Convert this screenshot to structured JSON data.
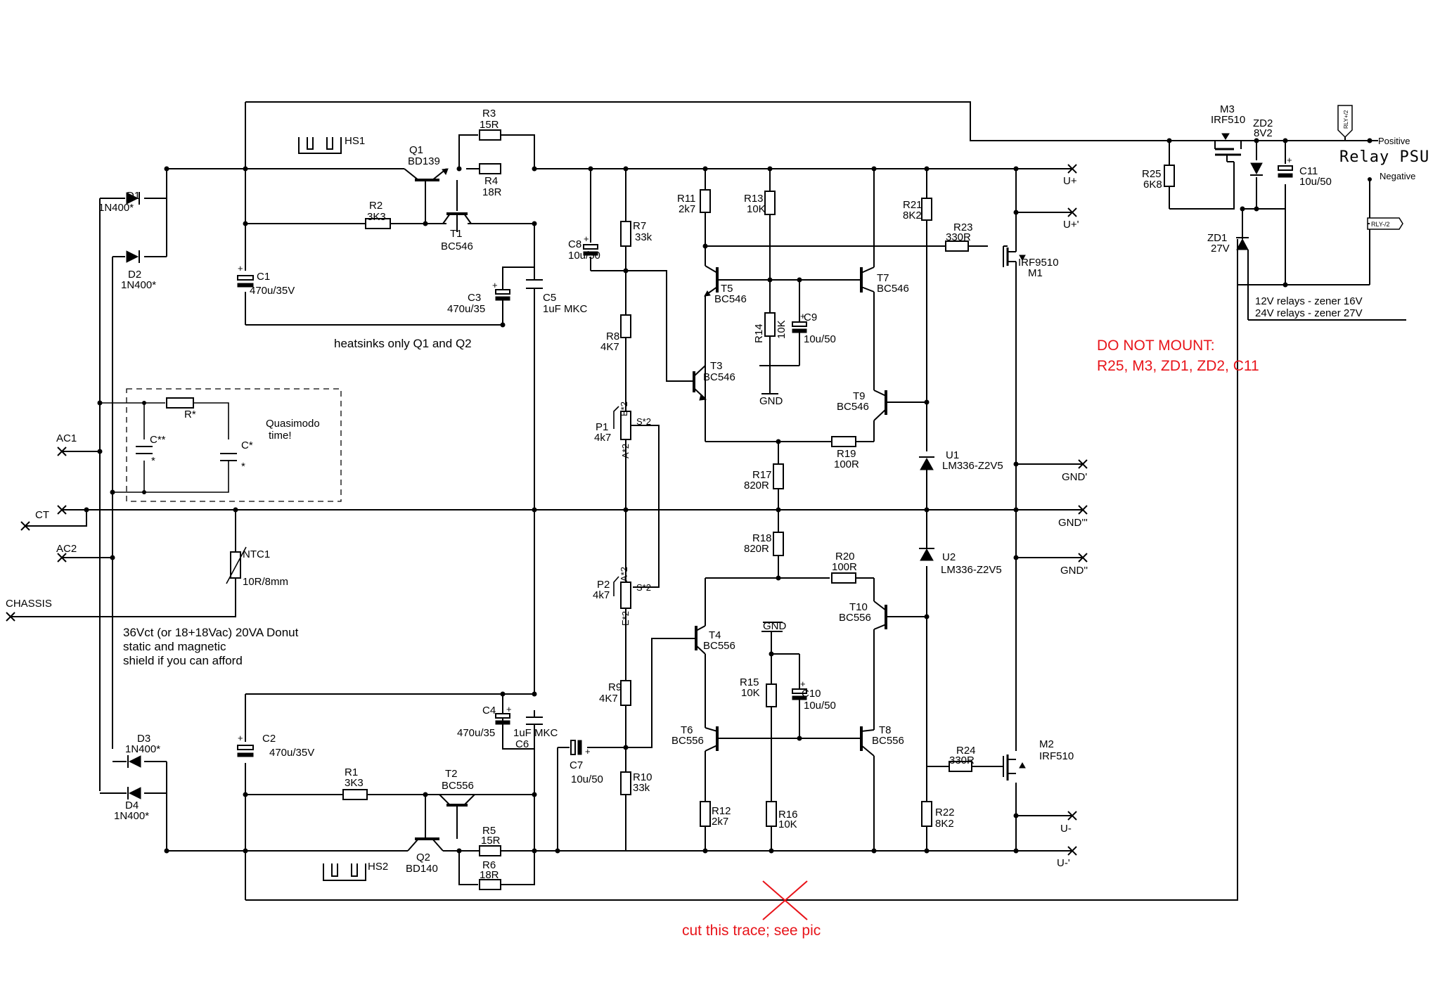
{
  "title": "Relay PSU",
  "notes": {
    "heatsinks": "heatsinks only Q1 and Q2",
    "quasimodo_1": "Quasimodo",
    "quasimodo_2": "time!",
    "transformer_1": "36Vct (or 18+18Vac) 20VA Donut",
    "transformer_2": "static and magnetic",
    "transformer_3": "shield if you can afford",
    "relays_1": "12V relays - zener 16V",
    "relays_2": "24V relays - zener 27V",
    "do_not_mount_1": "DO NOT MOUNT:",
    "do_not_mount_2": "R25, M3, ZD1, ZD2, C11",
    "cut_trace": "cut this trace; see pic"
  },
  "terminals": {
    "ac1": "AC1",
    "ac2": "AC2",
    "ct": "CT",
    "chassis": "CHASSIS",
    "u_plus": "U+",
    "u_plus_p": "U+'",
    "gnd_p": "GND'",
    "gnd_ppp": "GND'''",
    "gnd_pp": "GND''",
    "u_minus": "U-",
    "u_minus_p": "U-'",
    "gnd": "GND",
    "positive": "Positive",
    "negative": "Negative",
    "rly_p": "RLY+/2",
    "rly_m": "RLY-/2"
  },
  "components": {
    "D1": {
      "ref": "D1",
      "val": "1N400*"
    },
    "D2": {
      "ref": "D2",
      "val": "1N400*"
    },
    "D3": {
      "ref": "D3",
      "val": "1N400*"
    },
    "D4": {
      "ref": "D4",
      "val": "1N400*"
    },
    "C1": {
      "ref": "C1",
      "val": "470u/35V"
    },
    "C2": {
      "ref": "C2",
      "val": "470u/35V"
    },
    "C3": {
      "ref": "C3",
      "val": "470u/35"
    },
    "C4": {
      "ref": "C4",
      "val": "470u/35"
    },
    "C5": {
      "ref": "C5",
      "val": "1uF MKC"
    },
    "C6": {
      "ref": "C6",
      "val": "1uF MKC"
    },
    "C7": {
      "ref": "C7",
      "val": "10u/50"
    },
    "C8": {
      "ref": "C8",
      "val": "10u/50"
    },
    "C9": {
      "ref": "C9",
      "val": "10u/50"
    },
    "C10": {
      "ref": "C10",
      "val": "10u/50"
    },
    "C11": {
      "ref": "C11",
      "val": "10u/50"
    },
    "Cq1": {
      "ref": "C**",
      "val": "*"
    },
    "Cq2": {
      "ref": "C*",
      "val": "*"
    },
    "Rq": {
      "ref": "R*"
    },
    "Q1": {
      "ref": "Q1",
      "val": "BD139"
    },
    "Q2": {
      "ref": "Q2",
      "val": "BD140"
    },
    "T1": {
      "ref": "T1",
      "val": "BC546"
    },
    "T2": {
      "ref": "T2",
      "val": "BC556"
    },
    "T3": {
      "ref": "T3",
      "val": "BC546"
    },
    "T4": {
      "ref": "T4",
      "val": "BC556"
    },
    "T5": {
      "ref": "T5",
      "val": "BC546"
    },
    "T6": {
      "ref": "T6",
      "val": "BC556"
    },
    "T7": {
      "ref": "T7",
      "val": "BC546"
    },
    "T8": {
      "ref": "T8",
      "val": "BC556"
    },
    "T9": {
      "ref": "T9",
      "val": "BC546"
    },
    "T10": {
      "ref": "T10",
      "val": "BC556"
    },
    "R1": {
      "ref": "R1",
      "val": "3K3"
    },
    "R2": {
      "ref": "R2",
      "val": "3K3"
    },
    "R3": {
      "ref": "R3",
      "val": "15R"
    },
    "R4": {
      "ref": "R4",
      "val": "18R"
    },
    "R5": {
      "ref": "R5",
      "val": "15R"
    },
    "R6": {
      "ref": "R6",
      "val": "18R"
    },
    "R7": {
      "ref": "R7",
      "val": "33k"
    },
    "R8": {
      "ref": "R8",
      "val": "4K7"
    },
    "R9": {
      "ref": "R9",
      "val": "4K7"
    },
    "R10": {
      "ref": "R10",
      "val": "33k"
    },
    "R11": {
      "ref": "R11",
      "val": "2k7"
    },
    "R12": {
      "ref": "R12",
      "val": "2k7"
    },
    "R13": {
      "ref": "R13",
      "val": "10K"
    },
    "R14": {
      "ref": "R14",
      "val": "10K"
    },
    "R15": {
      "ref": "R15",
      "val": "10K"
    },
    "R16": {
      "ref": "R16",
      "val": "10K"
    },
    "R17": {
      "ref": "R17",
      "val": "820R"
    },
    "R18": {
      "ref": "R18",
      "val": "820R"
    },
    "R19": {
      "ref": "R19",
      "val": "100R"
    },
    "R20": {
      "ref": "R20",
      "val": "100R"
    },
    "R21": {
      "ref": "R21",
      "val": "8K2"
    },
    "R22": {
      "ref": "R22",
      "val": "8K2"
    },
    "R23": {
      "ref": "R23",
      "val": "330R"
    },
    "R24": {
      "ref": "R24",
      "val": "330R"
    },
    "R25": {
      "ref": "R25",
      "val": "6K8"
    },
    "P1": {
      "ref": "P1",
      "val": "4k7",
      "pin_e": "E*2",
      "pin_a": "A*2",
      "pin_s": "S*2"
    },
    "P2": {
      "ref": "P2",
      "val": "4k7",
      "pin_e": "E*2",
      "pin_a": "A*2",
      "pin_s": "S*2"
    },
    "U1": {
      "ref": "U1",
      "val": "LM336-Z2V5"
    },
    "U2": {
      "ref": "U2",
      "val": "LM336-Z2V5"
    },
    "M1": {
      "ref": "M1",
      "val": "IRF9510"
    },
    "M2": {
      "ref": "M2",
      "val": "IRF510"
    },
    "M3": {
      "ref": "M3",
      "val": "IRF510"
    },
    "ZD1": {
      "ref": "ZD1",
      "val": "27V"
    },
    "ZD2": {
      "ref": "ZD2",
      "val": "8V2"
    },
    "NTC1": {
      "ref": "NTC1",
      "val": "10R/8mm"
    },
    "HS1": {
      "ref": "HS1"
    },
    "HS2": {
      "ref": "HS2"
    }
  },
  "colors": {
    "wire": "#000000",
    "annotation": "#e8141a"
  }
}
